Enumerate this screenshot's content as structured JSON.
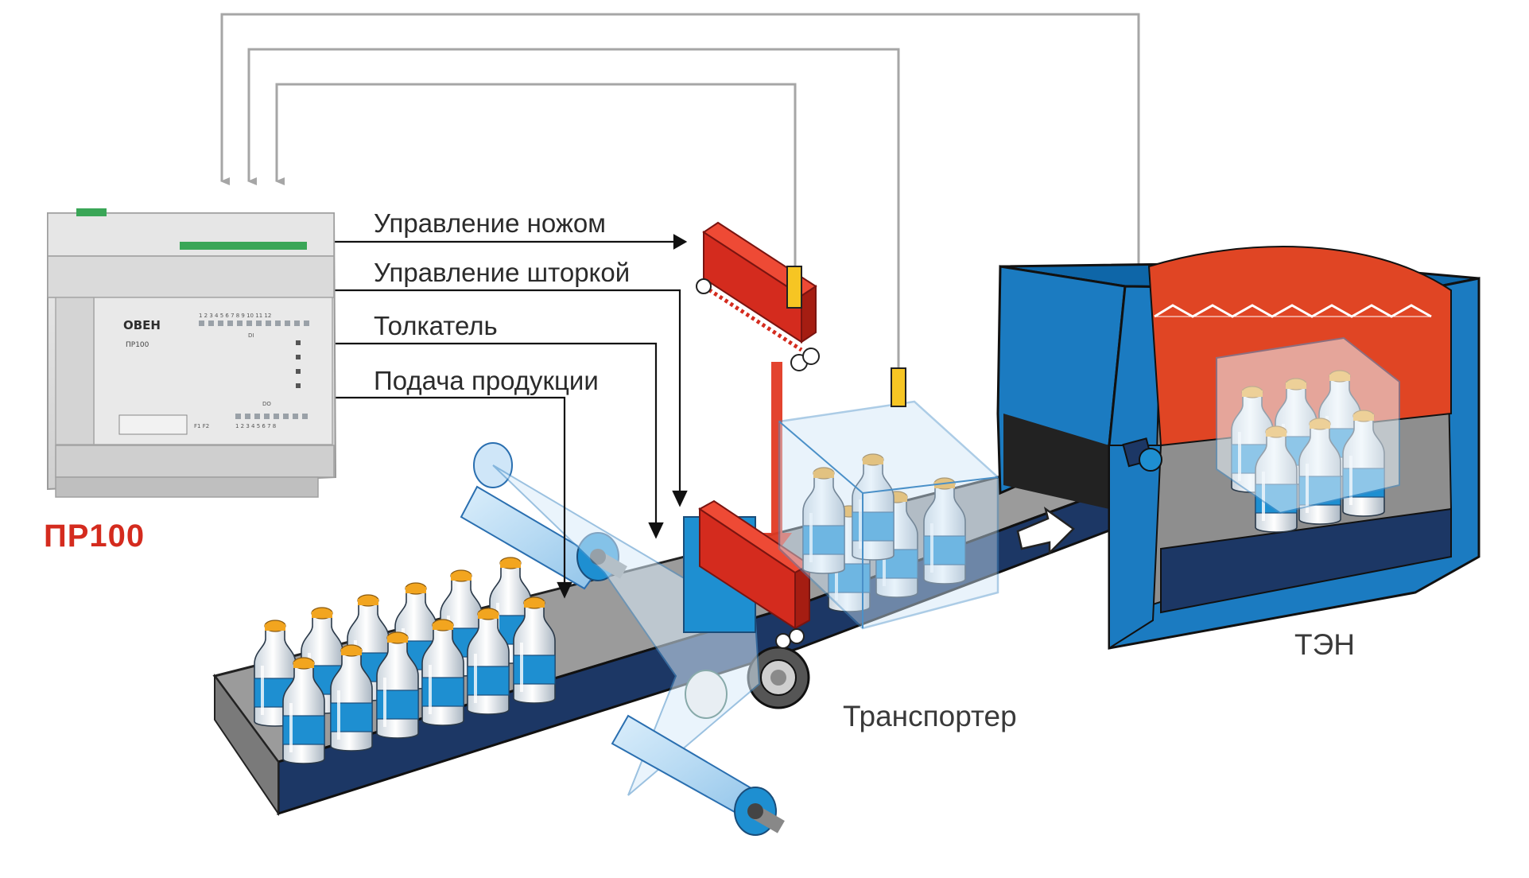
{
  "controller": {
    "model_label": "ПР100",
    "brand_text": "ОВЕН",
    "panel_model": "ПР100",
    "di_text": "DI",
    "do_text": "DO",
    "f_keys": "F1  F2",
    "di_numbers": "1 2 3 4 5 6 7 8 9 10 11 12",
    "do_numbers": "1 2 3 4 5 6 7 8"
  },
  "signals": [
    {
      "label": "Управление ножом"
    },
    {
      "label": "Управление шторкой"
    },
    {
      "label": "Толкатель"
    },
    {
      "label": "Подача продукции"
    }
  ],
  "labels": {
    "conveyor": "Транспортер",
    "heater": "ТЭН"
  },
  "colors": {
    "accent_red": "#d42b1e",
    "tunnel_blue": "#1b7bc1",
    "belt_navy": "#1c3765",
    "belt_grey": "#9b9b9b",
    "wire_grey": "#a6a6a6",
    "sensor_yellow": "#f6c523",
    "bottle_cap": "#f2a51f",
    "bottle_label": "#1e8fd1"
  }
}
